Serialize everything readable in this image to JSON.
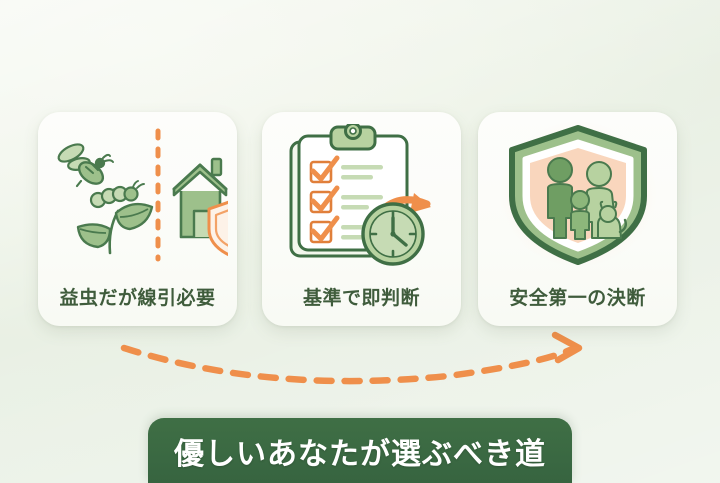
{
  "background": {
    "top_color": "#f4f7ee",
    "bottom_color": "#eaf1e6"
  },
  "palette": {
    "green_dark": "#3f6f45",
    "green_outline": "#4a7a4e",
    "green_fill": "#9dc08b",
    "green_light": "#c6dbb4",
    "orange": "#ef8f4b",
    "peach": "#f9d6bd",
    "label_text": "#3f5c3c",
    "card_bg": "#fdfdfb",
    "banner_bg": "#3f6f45",
    "banner_text": "#ffffff"
  },
  "cards": [
    {
      "id": "beneficial-insects",
      "label": "益虫だが線引必要",
      "icon_names": [
        "bee-icon",
        "caterpillar-icon",
        "leaf-icon",
        "dashed-divider-icon",
        "house-icon",
        "shield-icon"
      ]
    },
    {
      "id": "criteria-judgement",
      "label": "基準で即判断",
      "icon_names": [
        "clipboard-icon",
        "checkbox-checked-icon",
        "clock-icon",
        "curved-arrow-icon"
      ]
    },
    {
      "id": "safety-first",
      "label": "安全第一の決断",
      "icon_names": [
        "shield-icon",
        "family-icon",
        "dog-icon"
      ]
    }
  ],
  "flow": {
    "arrow_name": "dashed-flow-arrow",
    "color": "#ef8f4b",
    "direction": "left-to-right"
  },
  "banner": {
    "text": "優しいあなたが選ぶべき道"
  }
}
